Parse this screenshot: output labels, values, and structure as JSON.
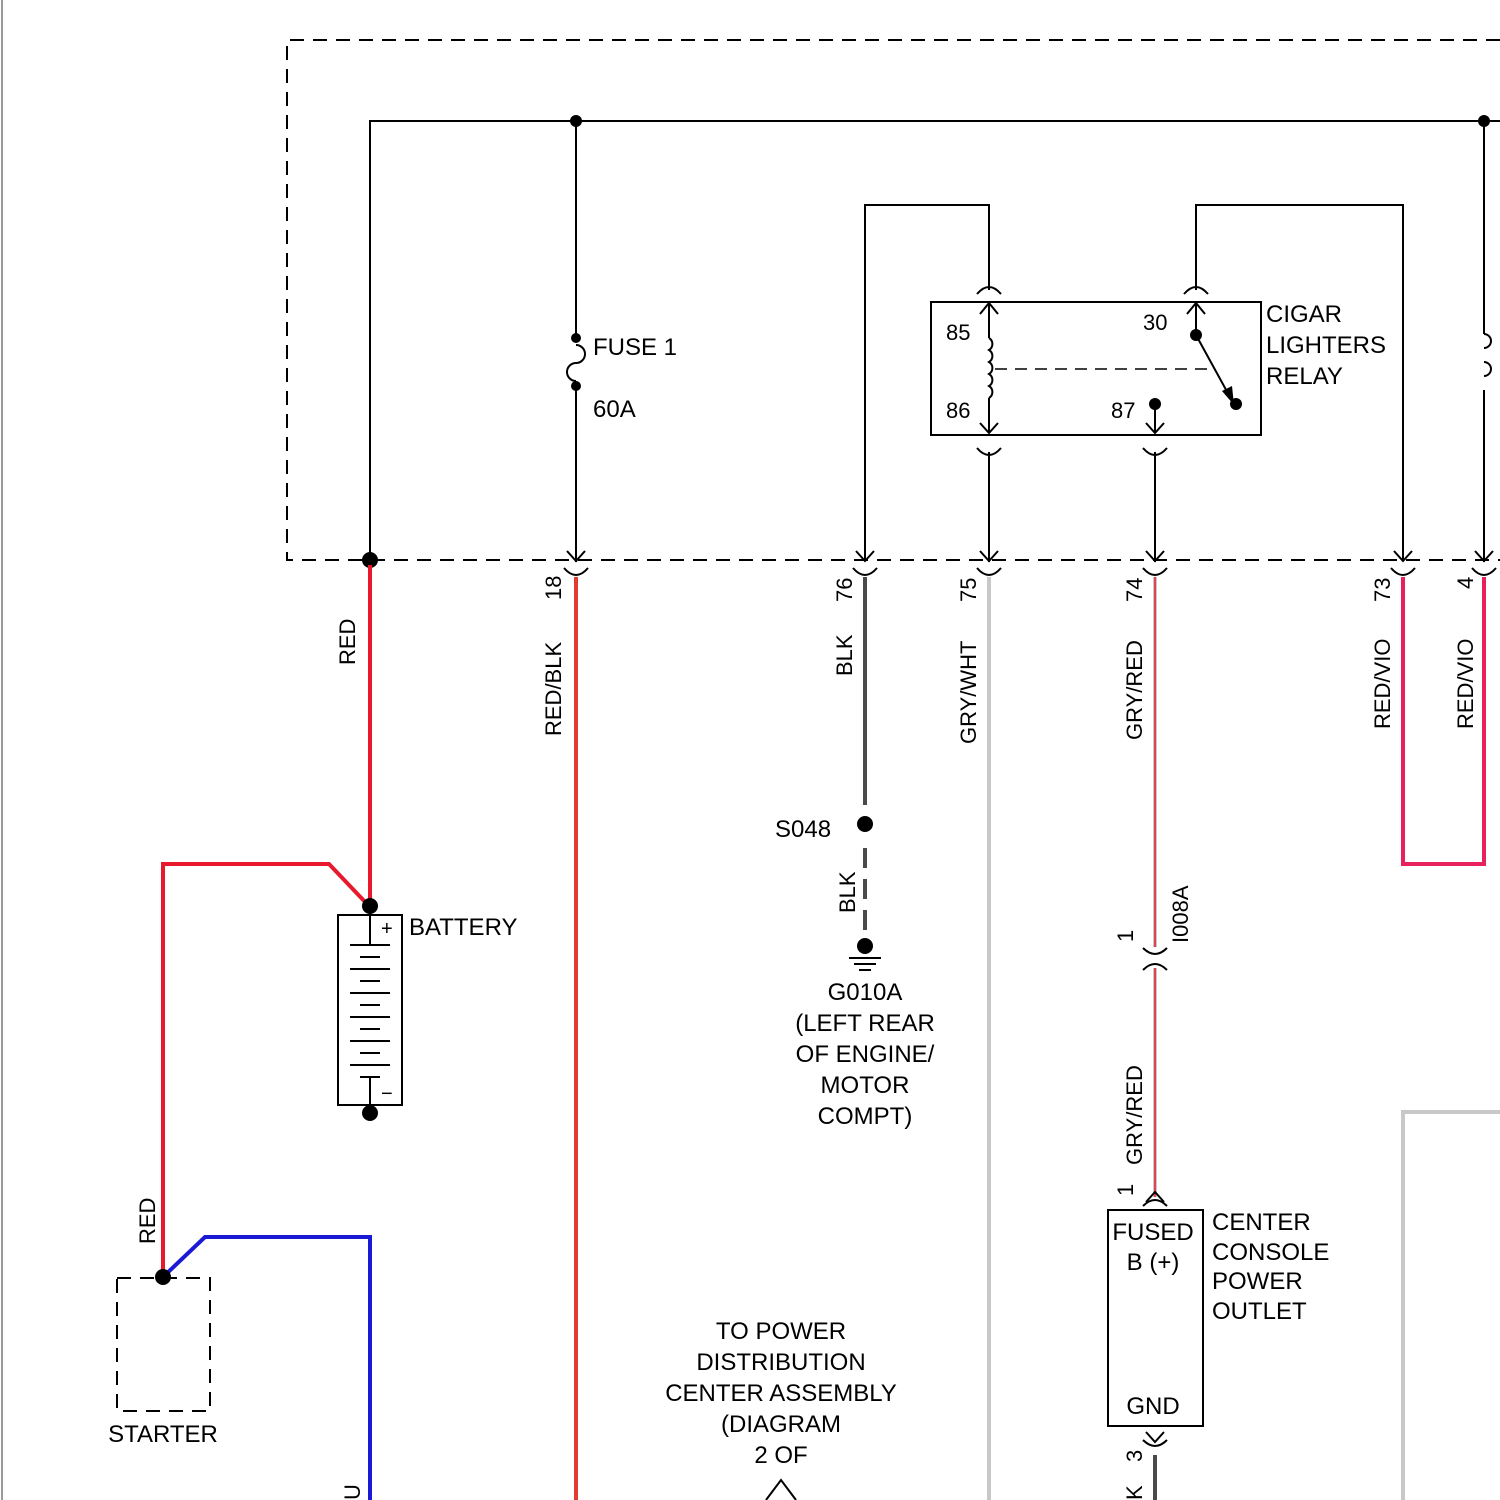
{
  "colors": {
    "red": "#e8192c",
    "blue": "#1a1ad4",
    "black_wire": "#4a4a4a",
    "gray_wire": "#c8c8c8",
    "gry_red_wire": "#d9767c",
    "pink_wire": "#e8205c"
  },
  "fuse": {
    "name": "FUSE 1",
    "rating": "60A"
  },
  "relay": {
    "name_line1": "CIGAR",
    "name_line2": "LIGHTERS",
    "name_line3": "RELAY",
    "pin_85": "85",
    "pin_86": "86",
    "pin_30": "30",
    "pin_87": "87"
  },
  "connector_pins": {
    "p18": "18",
    "p76": "76",
    "p75": "75",
    "p74": "74",
    "p73": "73",
    "p4": "4"
  },
  "wires": {
    "battery_feed": "RED",
    "fuse_out": "RED/BLK",
    "ground_wire": "BLK",
    "ground_wire_2": "BLK",
    "relay_86": "GRY/WHT",
    "relay_87": "GRY/RED",
    "relay_87_lower": "GRY/RED",
    "relay_30_a": "RED/VIO",
    "relay_30_b": "RED/VIO",
    "starter_feed": "RED",
    "blue_partial": "U",
    "gnd_partial": "K"
  },
  "splice": "S048",
  "ground": {
    "id": "G010A",
    "loc1": "(LEFT REAR",
    "loc2": "OF ENGINE/",
    "loc3": "MOTOR",
    "loc4": "COMPT)"
  },
  "inline_connector": {
    "id": "I008A",
    "pin_upper": "1",
    "pin_lower": "1"
  },
  "battery": {
    "name": "BATTERY",
    "plus": "+",
    "minus": "−"
  },
  "starter": {
    "name": "STARTER"
  },
  "outlet": {
    "pin_fused1": "FUSED",
    "pin_fused2": "B (+)",
    "pin_gnd": "GND",
    "gnd_pin_no": "3",
    "name1": "CENTER",
    "name2": "CONSOLE",
    "name3": "POWER",
    "name4": "OUTLET"
  },
  "pdc_note": {
    "line1": "TO POWER",
    "line2": "DISTRIBUTION",
    "line3": "CENTER ASSEMBLY",
    "line4": "(DIAGRAM",
    "line5": "2 OF"
  }
}
